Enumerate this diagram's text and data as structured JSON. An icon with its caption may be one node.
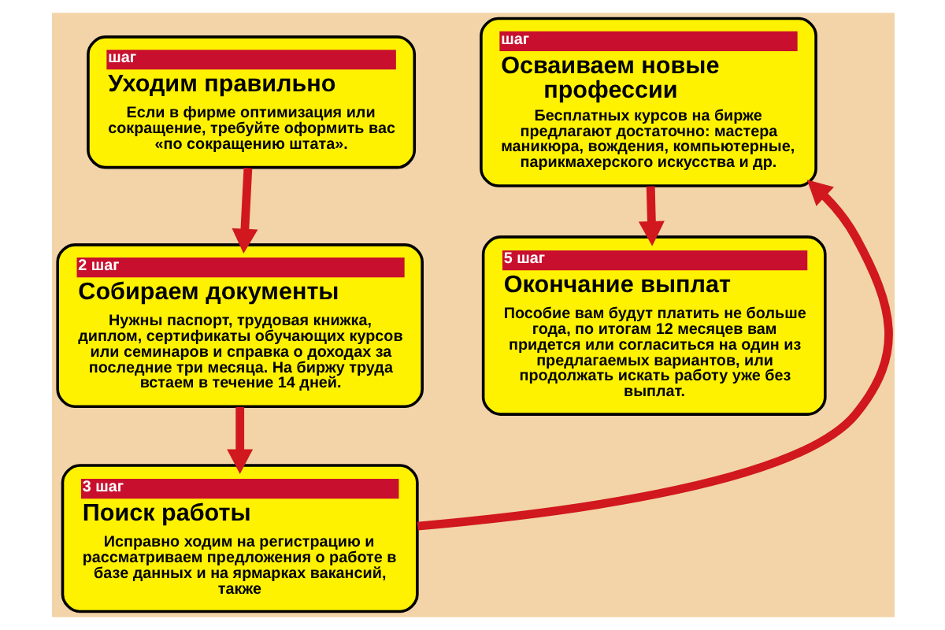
{
  "diagram": {
    "nodes": [
      {
        "text": [
          "шаг",
          "Уходим правильно",
          "Если в фирме оптимизация или сокращение, требуйте оформить вас «по сокращению штата»."
        ]
      },
      {
        "text": [
          "2 шаг",
          "Собираем документы",
          "Нужны паспорт, трудовая книжка, диплом, сертификаты обучающих курсов или семинаров и справка о доходах за последние три месяца. На биржу труда встаем в течение 14 дней."
        ]
      },
      {
        "text": [
          "3 шаг",
          "Поиск работы",
          "Исправно ходим на регистрацию и рассматриваем предложения о работе в базе данных и на ярмарках вакансий, также"
        ]
      },
      {
        "text": [
          "шаг",
          "Осваиваем новые профессии",
          "Бесплатных курсов на бирже предлагают достаточно: мастера маникюра, вождения, компьютерные, парикмахерского искусства и др."
        ]
      },
      {
        "text": [
          "5 шаг",
          "Окончание выплат",
          "Пособие вам будут платить не больше года, по итогам 12 месяцев вам придется или согласиться на один из предлагаемых вариантов, или продолжать искать работу уже без выплат."
        ]
      }
    ],
    "edges": [
      {
        "from": 0,
        "to": 1,
        "arrow": "to"
      },
      {
        "from": 1,
        "to": 2,
        "arrow": "to"
      },
      {
        "from": 2,
        "to": 3,
        "arrow": "to"
      },
      {
        "from": 3,
        "to": 4,
        "arrow": "to"
      }
    ]
  }
}
